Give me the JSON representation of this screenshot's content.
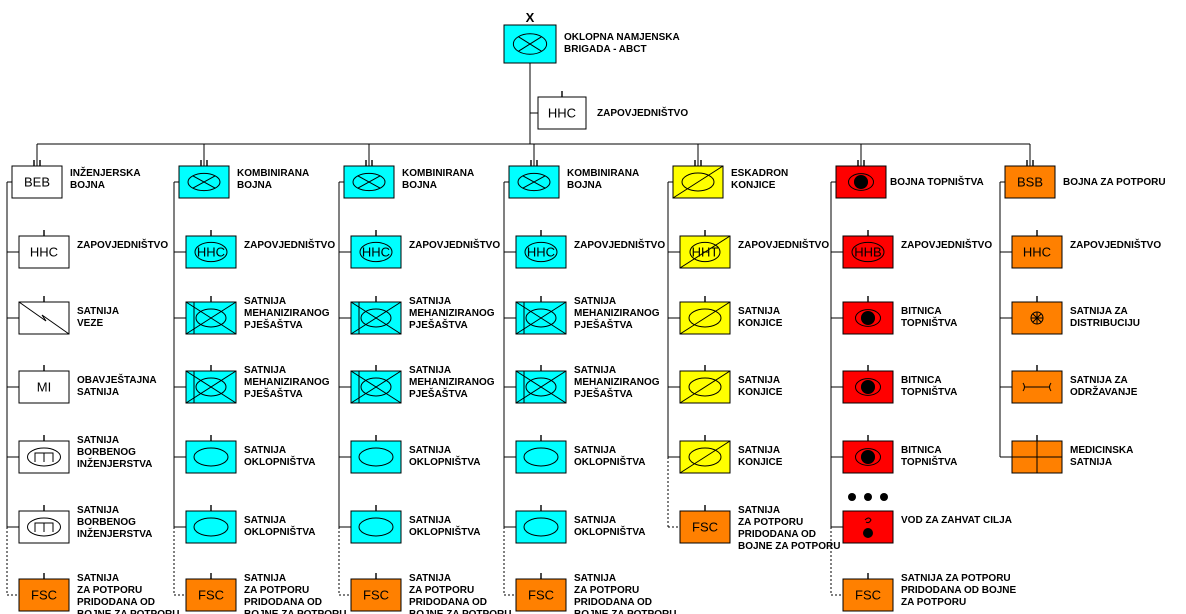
{
  "colors": {
    "infantry": "#00ffff",
    "cavalry": "#ffff00",
    "artillery": "#ff0000",
    "support": "#ff8000",
    "neutral": "#ffffff",
    "line": "#000000"
  },
  "top": {
    "echelon_mark": "X",
    "label": "OKLOPNA NAMJENSKA\nBRIGADA - ABCT",
    "icon": "armored-infantry-icon"
  },
  "hq": {
    "abbr": "HHC",
    "label": "ZAPOVJEDNIŠTVO"
  },
  "battalions": [
    {
      "key": "beb",
      "abbr": "BEB",
      "label": "INŽENJERSKA\nBOJNA",
      "color": "neutral",
      "icon": "text",
      "units": [
        {
          "icon": "text",
          "abbr": "HHC",
          "label": "ZAPOVJEDNIŠTVO",
          "color": "neutral"
        },
        {
          "icon": "signal",
          "label": "SATNIJA\nVEZE",
          "color": "neutral"
        },
        {
          "icon": "text",
          "abbr": "MI",
          "label": "OBAVJEŠTAJNA\nSATNIJA",
          "color": "neutral"
        },
        {
          "icon": "engineer",
          "label": "SATNIJA\nBORBENOG\nINŽENJERSTVA",
          "color": "neutral"
        },
        {
          "icon": "engineer",
          "label": "SATNIJA\nBORBENOG\nINŽENJERSTVA",
          "color": "neutral"
        },
        {
          "icon": "text",
          "abbr": "FSC",
          "label": "SATNIJA\nZA POTPORU\nPRIDODANA OD\nBOJNE ZA POTPORU",
          "color": "support",
          "dotted": true
        }
      ]
    },
    {
      "key": "cab1",
      "label": "KOMBINIRANA\nBOJNA",
      "color": "infantry",
      "icon": "armored-infantry",
      "units": [
        {
          "icon": "hq-oval",
          "abbr": "HHC",
          "label": "ZAPOVJEDNIŠTVO",
          "color": "infantry"
        },
        {
          "icon": "mech-infantry",
          "label": "SATNIJA\nMEHANIZIRANOG\nPJEŠAŠTVA",
          "color": "infantry"
        },
        {
          "icon": "mech-infantry",
          "label": "SATNIJA\nMEHANIZIRANOG\nPJEŠAŠTVA",
          "color": "infantry"
        },
        {
          "icon": "armor",
          "label": "SATNIJA\nOKLOPNIŠTVA",
          "color": "infantry"
        },
        {
          "icon": "armor",
          "label": "SATNIJA\nOKLOPNIŠTVA",
          "color": "infantry"
        },
        {
          "icon": "text",
          "abbr": "FSC",
          "label": "SATNIJA\nZA POTPORU\nPRIDODANA OD\nBOJNE ZA POTPORU",
          "color": "support",
          "dotted": true
        }
      ]
    },
    {
      "key": "cab2",
      "label": "KOMBINIRANA\nBOJNA",
      "color": "infantry",
      "icon": "armored-infantry",
      "units": [
        {
          "icon": "hq-oval",
          "abbr": "HHC",
          "label": "ZAPOVJEDNIŠTVO",
          "color": "infantry"
        },
        {
          "icon": "mech-infantry",
          "label": "SATNIJA\nMEHANIZIRANOG\nPJEŠAŠTVA",
          "color": "infantry"
        },
        {
          "icon": "mech-infantry",
          "label": "SATNIJA\nMEHANIZIRANOG\nPJEŠAŠTVA",
          "color": "infantry"
        },
        {
          "icon": "armor",
          "label": "SATNIJA\nOKLOPNIŠTVA",
          "color": "infantry"
        },
        {
          "icon": "armor",
          "label": "SATNIJA\nOKLOPNIŠTVA",
          "color": "infantry"
        },
        {
          "icon": "text",
          "abbr": "FSC",
          "label": "SATNIJA\nZA POTPORU\nPRIDODANA OD\nBOJNE ZA POTPORU",
          "color": "support",
          "dotted": true
        }
      ]
    },
    {
      "key": "cab3",
      "label": "KOMBINIRANA\nBOJNA",
      "color": "infantry",
      "icon": "armored-infantry",
      "units": [
        {
          "icon": "hq-oval",
          "abbr": "HHC",
          "label": "ZAPOVJEDNIŠTVO",
          "color": "infantry"
        },
        {
          "icon": "mech-infantry",
          "label": "SATNIJA\nMEHANIZIRANOG\nPJEŠAŠTVA",
          "color": "infantry"
        },
        {
          "icon": "mech-infantry",
          "label": "SATNIJA\nMEHANIZIRANOG\nPJEŠAŠTVA",
          "color": "infantry"
        },
        {
          "icon": "armor",
          "label": "SATNIJA\nOKLOPNIŠTVA",
          "color": "infantry"
        },
        {
          "icon": "armor",
          "label": "SATNIJA\nOKLOPNIŠTVA",
          "color": "infantry"
        },
        {
          "icon": "text",
          "abbr": "FSC",
          "label": "SATNIJA\nZA POTPORU\nPRIDODANA OD\nBOJNE ZA POTPORU",
          "color": "support",
          "dotted": true
        }
      ]
    },
    {
      "key": "cav",
      "label": "ESKADRON\nKONJICE",
      "color": "cavalry",
      "icon": "armored-cavalry",
      "units": [
        {
          "icon": "cav-hq",
          "abbr": "HHT",
          "label": "ZAPOVJEDNIŠTVO",
          "color": "cavalry"
        },
        {
          "icon": "armored-cavalry",
          "label": "SATNIJA\nKONJICE",
          "color": "cavalry"
        },
        {
          "icon": "armored-cavalry",
          "label": "SATNIJA\nKONJICE",
          "color": "cavalry"
        },
        {
          "icon": "armored-cavalry",
          "label": "SATNIJA\nKONJICE",
          "color": "cavalry"
        },
        {
          "icon": "text",
          "abbr": "FSC",
          "label": "SATNIJA\nZA POTPORU\nPRIDODANA OD\nBOJNE ZA POTPORU",
          "color": "support",
          "dotted": true
        }
      ]
    },
    {
      "key": "fa",
      "label": "BOJNA TOPNIŠTVA",
      "color": "artillery",
      "icon": "artillery",
      "units": [
        {
          "icon": "hq-oval",
          "abbr": "HHB",
          "label": "ZAPOVJEDNIŠTVO",
          "color": "artillery"
        },
        {
          "icon": "artillery",
          "label": "BITNICA\nTOPNIŠTVA",
          "color": "artillery"
        },
        {
          "icon": "artillery",
          "label": "BITNICA\nTOPNIŠTVA",
          "color": "artillery"
        },
        {
          "icon": "artillery",
          "label": "BITNICA\nTOPNIŠTVA",
          "color": "artillery"
        },
        {
          "icon": "target-acq",
          "label": "VOD ZA ZAHVAT CILJA",
          "color": "artillery",
          "platoon": true
        },
        {
          "icon": "text",
          "abbr": "FSC",
          "label": "SATNIJA ZA POTPORU\nPRIDODANA OD BOJNE\nZA POTPORU",
          "color": "support",
          "dotted": true
        }
      ]
    },
    {
      "key": "bsb",
      "abbr": "BSB",
      "label": "BOJNA ZA POTPORU",
      "color": "support",
      "icon": "text",
      "units": [
        {
          "icon": "text",
          "abbr": "HHC",
          "label": "ZAPOVJEDNIŠTVO",
          "color": "support"
        },
        {
          "icon": "supply",
          "label": "SATNIJA ZA\nDISTRIBUCIJU",
          "color": "support"
        },
        {
          "icon": "maintenance",
          "label": "SATNIJA ZA\nODRŽAVANJE",
          "color": "support"
        },
        {
          "icon": "medical",
          "label": "MEDICINSKA\nSATNIJA",
          "color": "support"
        }
      ]
    }
  ]
}
